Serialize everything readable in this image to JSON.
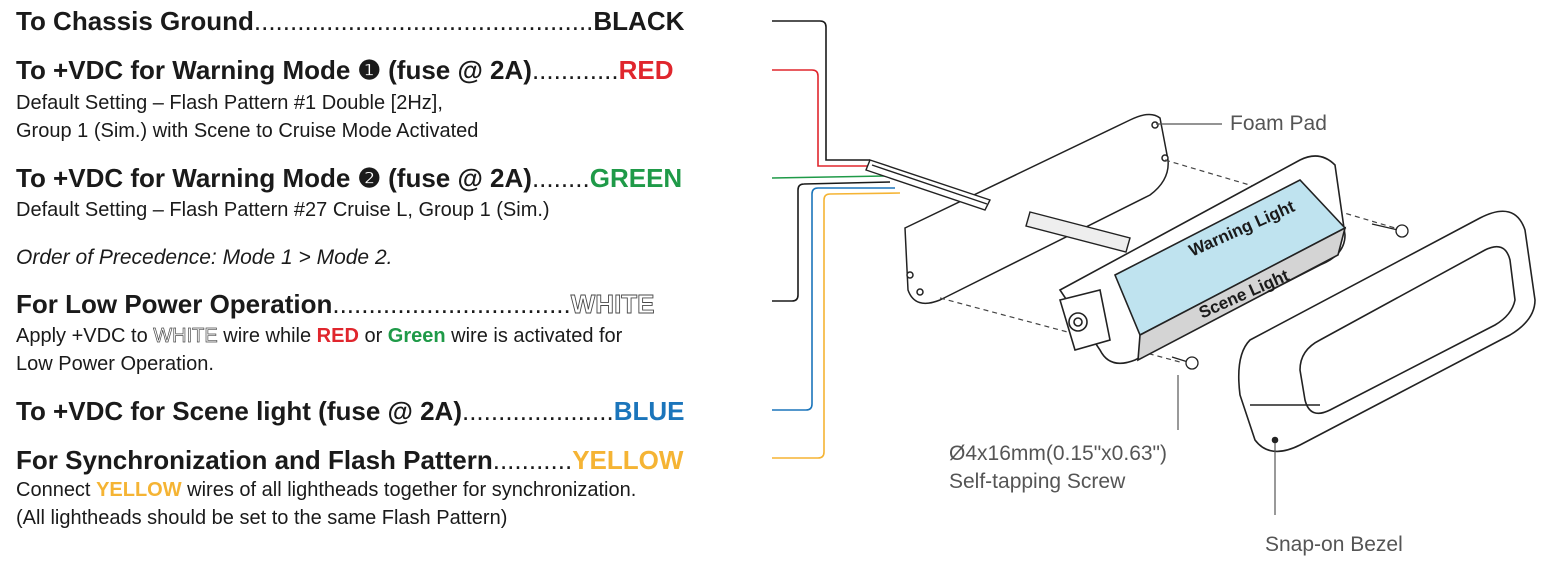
{
  "rows": {
    "black": {
      "label": "To Chassis Ground",
      "dots": "...............................................",
      "color_name": "BLACK",
      "color": "#1a1a1a"
    },
    "red": {
      "label": "To +VDC for Warning Mode ❶ (fuse @ 2A)",
      "dots": "............",
      "color_name": "RED",
      "color": "#e0262d",
      "note1": "Default Setting – Flash Pattern #1 Double [2Hz],",
      "note2": "Group 1 (Sim.) with Scene to Cruise Mode Activated"
    },
    "green": {
      "label": "To +VDC for Warning Mode ❷ (fuse @ 2A)",
      "dots": "........",
      "color_name": "GREEN",
      "color": "#1f9a48",
      "note1": "Default Setting – Flash Pattern #27 Cruise L, Group 1 (Sim.)"
    },
    "precedence": "Order of Precedence: Mode 1 > Mode 2.",
    "white": {
      "label": "For Low Power Operation",
      "dots": ".................................",
      "color_name": "WHITE",
      "note_a": "Apply +VDC to ",
      "note_white": "WHITE",
      "note_b": " wire while ",
      "note_red": "RED",
      "note_c": " or ",
      "note_green": "Green",
      "note_d": " wire is activated for",
      "note2": "Low Power Operation."
    },
    "blue": {
      "label": "To +VDC for Scene light (fuse @ 2A)",
      "dots": ".....................",
      "color_name": "BLUE",
      "color": "#1b75bb"
    },
    "yellow": {
      "label": "For Synchronization and Flash Pattern",
      "dots": "...........",
      "color_name": "YELLOW",
      "color": "#f5b434",
      "note_a": "Connect ",
      "note_yellow": "YELLOW",
      "note_b": " wires of all lightheads together for synchronization.",
      "note2": "(All lightheads should be set to the same Flash Pattern)"
    }
  },
  "device": {
    "warning_label": "Warning Light",
    "scene_label": "Scene Light",
    "foam_pad": "Foam Pad",
    "screw_line1": "Ø4x16mm(0.15\"x0.63\")",
    "screw_line2": "Self-tapping Screw",
    "bezel": "Snap-on Bezel"
  },
  "colors": {
    "warning_panel": "#bfe3ef",
    "scene_panel": "#d4d4d4",
    "line": "#333333",
    "orange_wire": "#f5b434"
  }
}
